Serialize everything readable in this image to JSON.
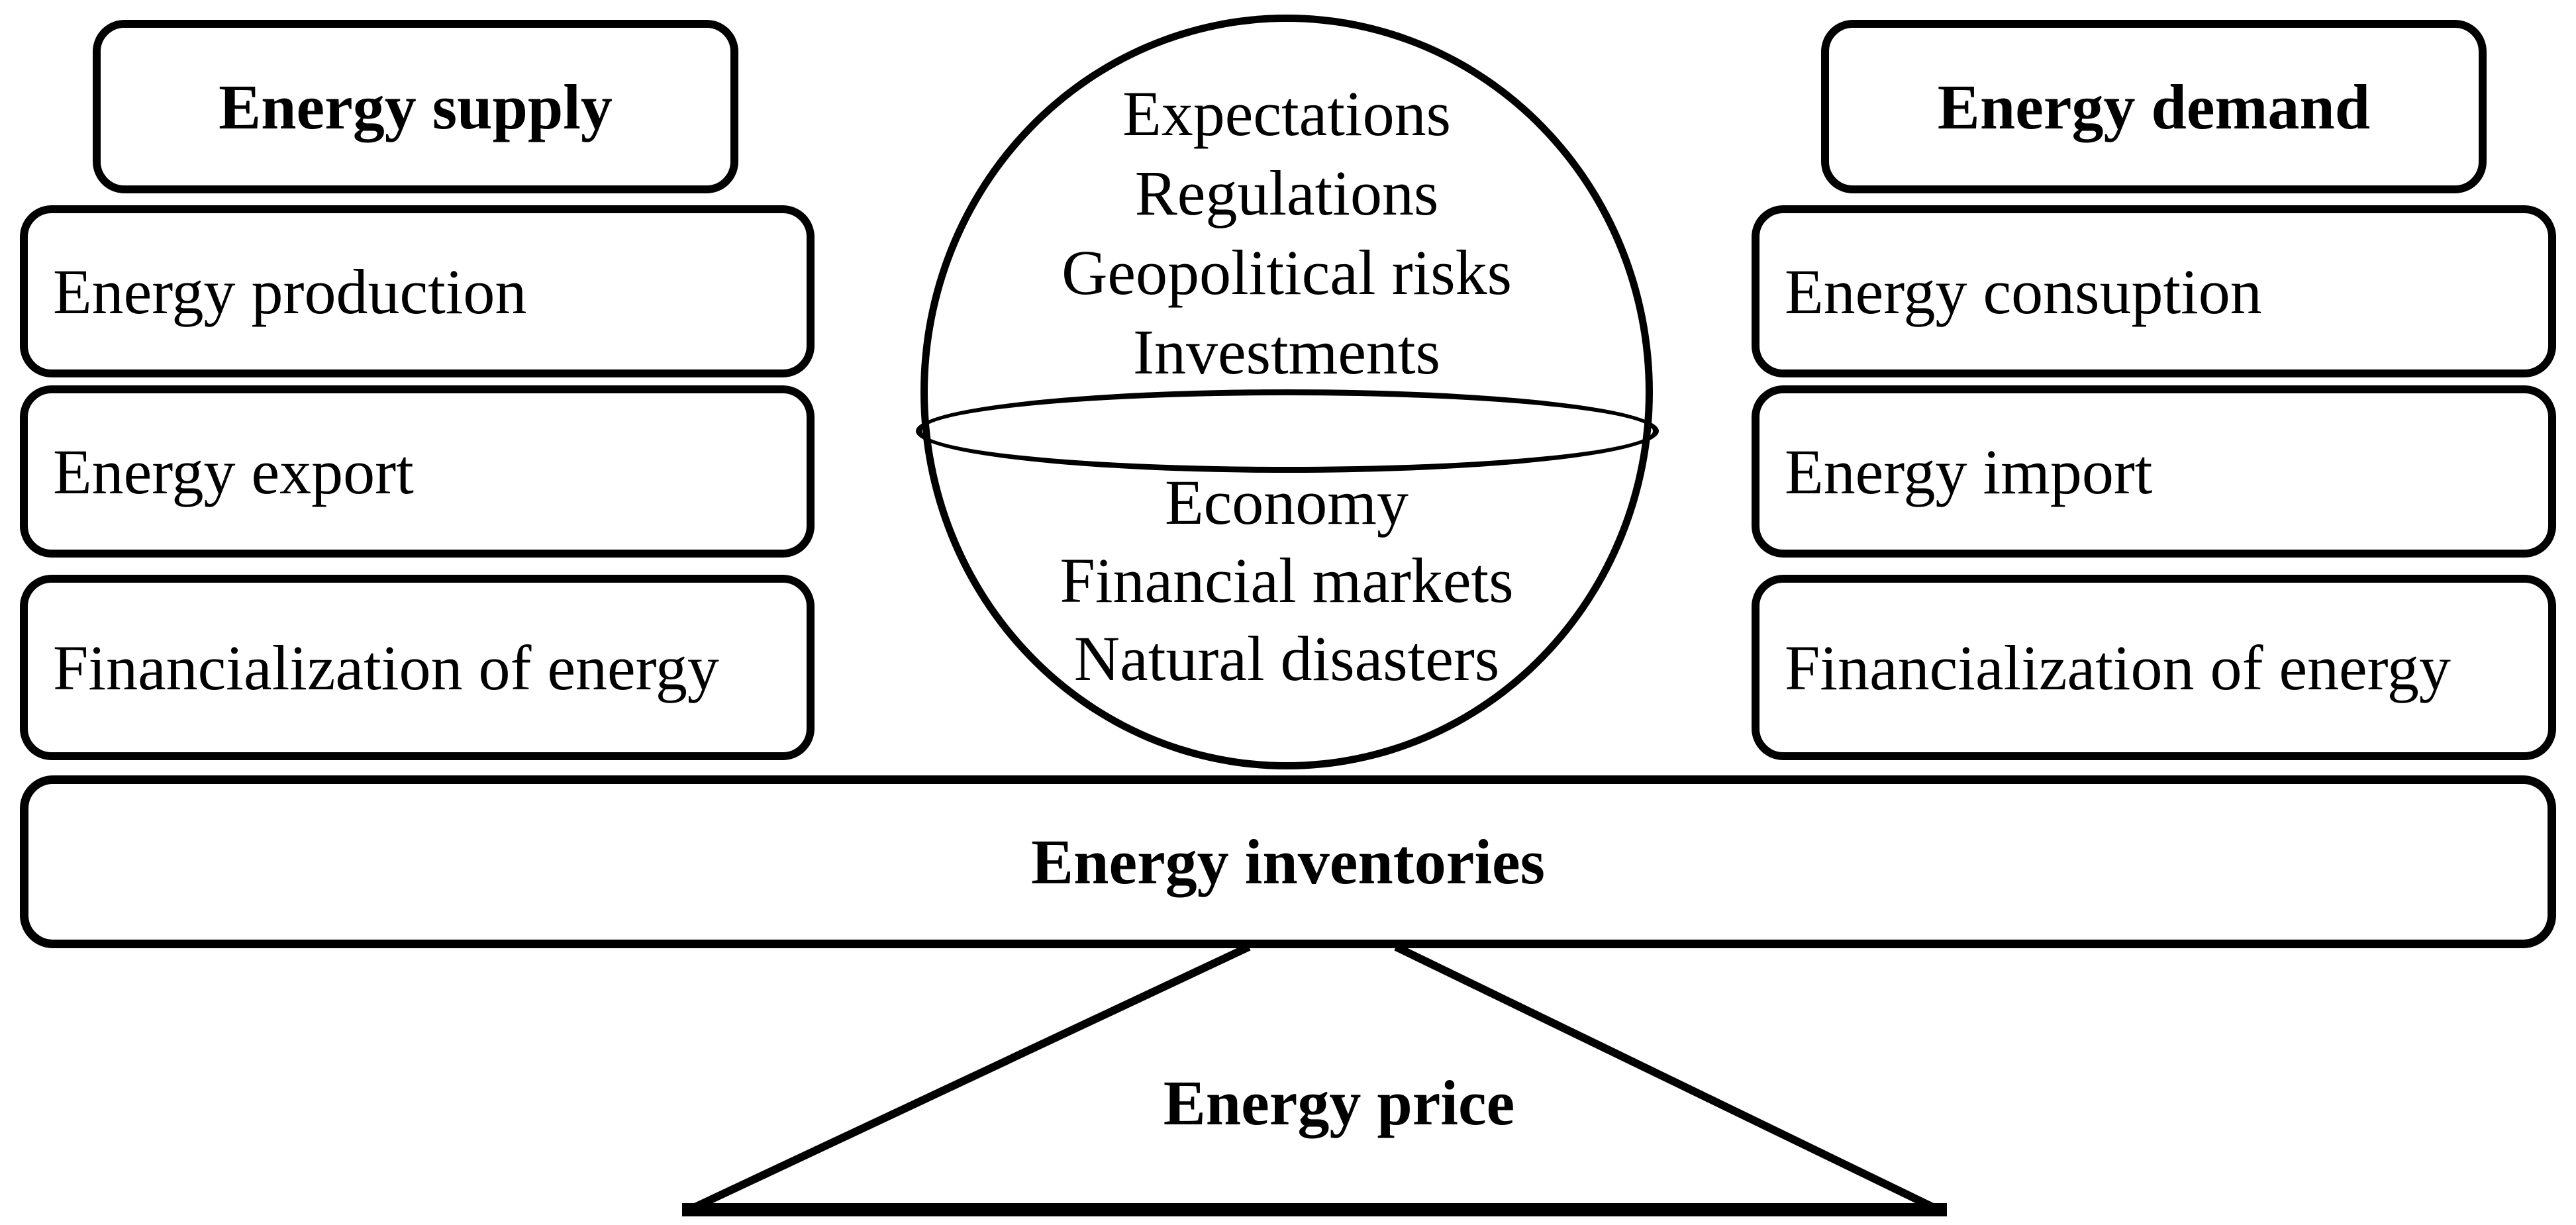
{
  "figure": {
    "colors": {
      "line": "#000000",
      "background": "#ffffff"
    },
    "supply": {
      "header": "Energy supply",
      "items": [
        "Energy production",
        "Energy export",
        "Financialization of energy"
      ]
    },
    "demand": {
      "header": "Energy demand",
      "items": [
        "Energy consuption",
        "Energy import",
        "Financialization of energy"
      ]
    },
    "sphere": {
      "upper_factors": [
        "Expectations",
        "Regulations",
        "Geopolitical risks",
        "Investments"
      ],
      "lower_factors": [
        "Economy",
        "Financial markets",
        "Natural disasters"
      ]
    },
    "beam_label": "Energy inventories",
    "fulcrum_label": "Energy price"
  }
}
